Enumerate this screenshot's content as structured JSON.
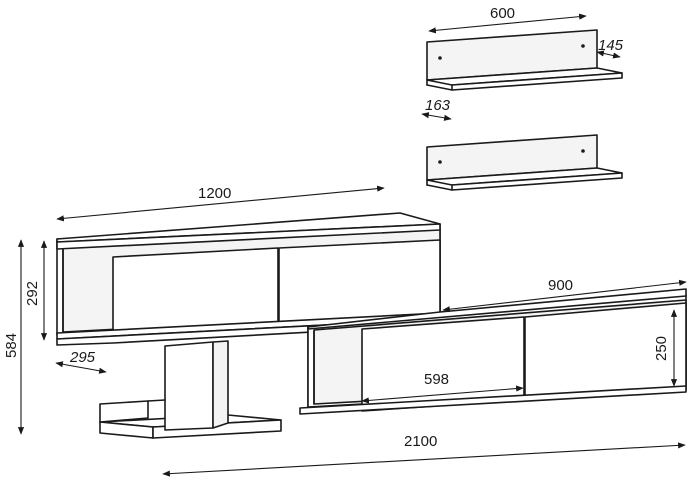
{
  "dimensions": {
    "shelf_width": "600",
    "shelf_depth": "145",
    "shelf_height": "163",
    "upper_unit_width": "1200",
    "upper_unit_height": "292",
    "upper_unit_depth": "295",
    "total_height": "584",
    "lower_unit_width": "900",
    "lower_unit_height": "250",
    "door_width": "598",
    "total_width": "2100"
  }
}
